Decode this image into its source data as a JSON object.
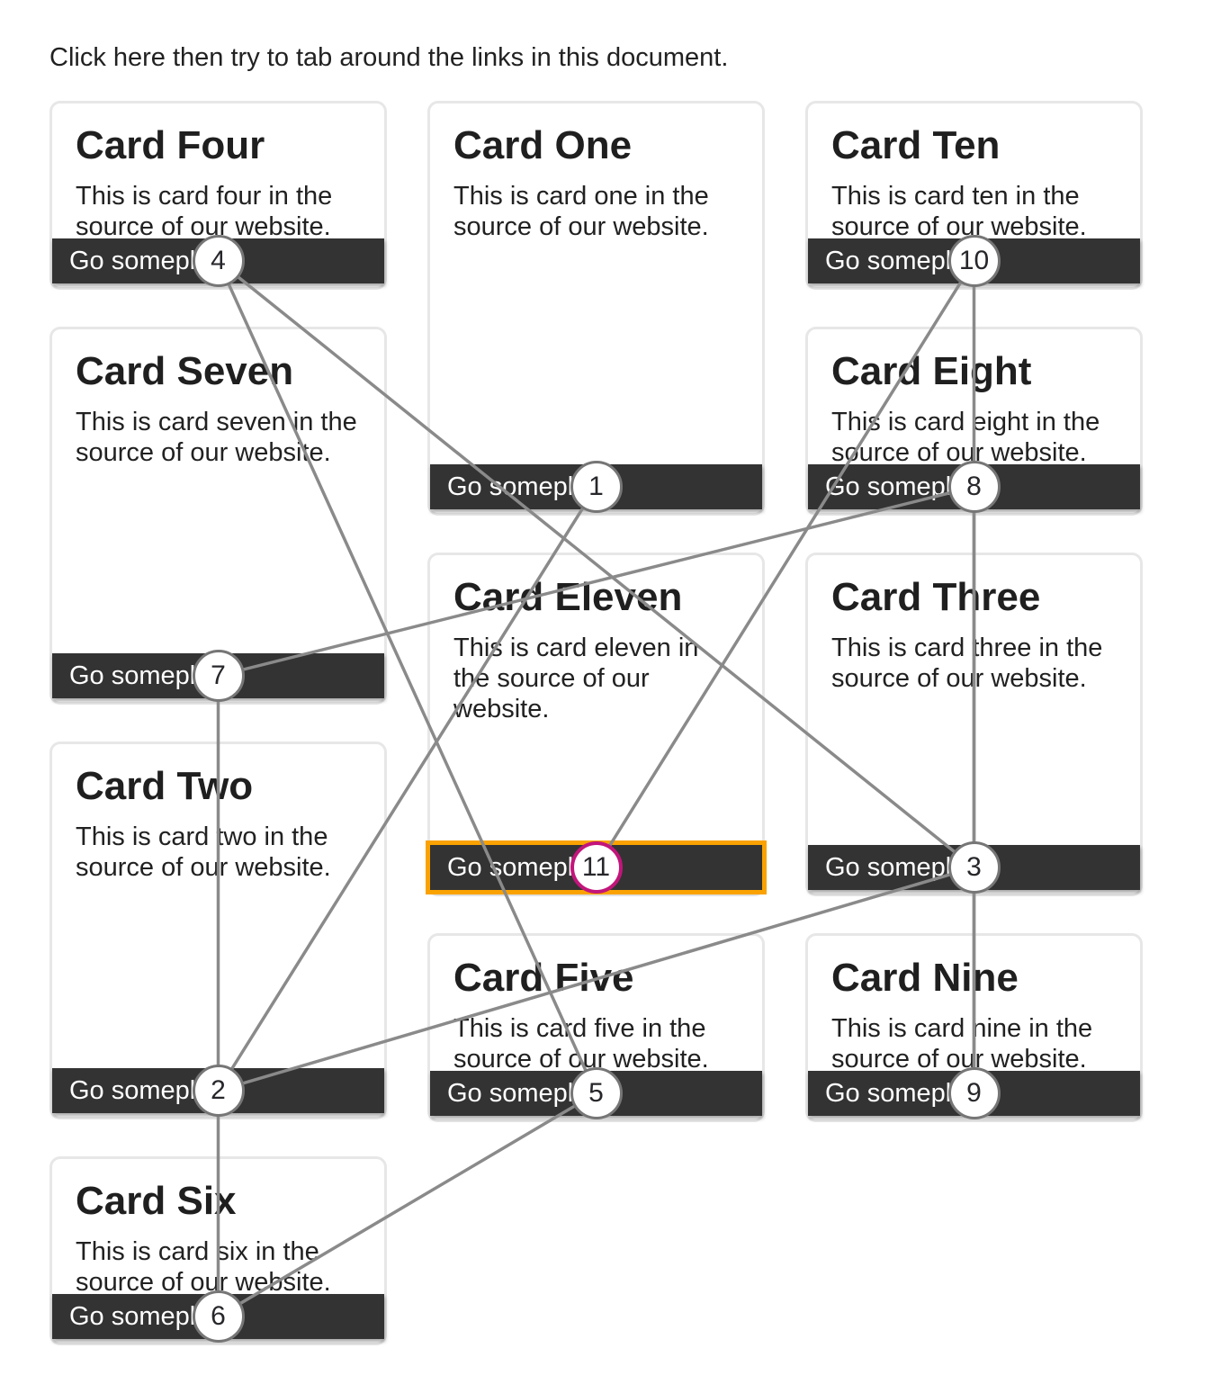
{
  "instruction": "Click here then try to tab around the links in this document.",
  "cards": {
    "one": {
      "title": "Card One",
      "description": "This is card one in the source of our website.",
      "button_label": "Go someplace"
    },
    "two": {
      "title": "Card Two",
      "description": "This is card two in the source of our website.",
      "button_label": "Go someplace"
    },
    "three": {
      "title": "Card Three",
      "description": "This is card three in the source of our website.",
      "button_label": "Go someplace"
    },
    "four": {
      "title": "Card Four",
      "description": "This is card four in the source of our website.",
      "button_label": "Go someplace"
    },
    "five": {
      "title": "Card Five",
      "description": "This is card five in the source of our website.",
      "button_label": "Go someplace"
    },
    "six": {
      "title": "Card Six",
      "description": "This is card six in the source of our website.",
      "button_label": "Go someplace"
    },
    "seven": {
      "title": "Card Seven",
      "description": "This is card seven in the source of our website.",
      "button_label": "Go someplace"
    },
    "eight": {
      "title": "Card Eight",
      "description": "This is card eight in the source of our website.",
      "button_label": "Go someplace"
    },
    "nine": {
      "title": "Card Nine",
      "description": "This is card nine in the source of our website.",
      "button_label": "Go someplace"
    },
    "ten": {
      "title": "Card Ten",
      "description": "This is card ten in the source of our website.",
      "button_label": "Go someplace"
    },
    "eleven": {
      "title": "Card Eleven",
      "description": "This is card eleven in the source of our website.",
      "button_label": "Go someplace"
    }
  },
  "visual_columns": [
    [
      "four",
      "seven",
      "two",
      "six"
    ],
    [
      "one",
      "eleven",
      "five"
    ],
    [
      "ten",
      "eight",
      "three",
      "nine"
    ]
  ],
  "tab_order": {
    "stops": [
      "one",
      "two",
      "three",
      "four",
      "five",
      "six",
      "seven",
      "eight",
      "nine",
      "ten",
      "eleven"
    ],
    "numbers": [
      "1",
      "2",
      "3",
      "4",
      "5",
      "6",
      "7",
      "8",
      "9",
      "10",
      "11"
    ],
    "current_stop_number": "11"
  },
  "colors": {
    "button_bg": "#333333",
    "button_text": "#ffffff",
    "card_border": "#e7e7e7",
    "connector_line": "#8a8a8a",
    "circle_border": "#767676",
    "circle_fill": "#ffffff",
    "circle_number": "#26262b",
    "current_circle_border": "#c2157b",
    "focus_outline": "#f9a201",
    "body_text": "#212121"
  }
}
